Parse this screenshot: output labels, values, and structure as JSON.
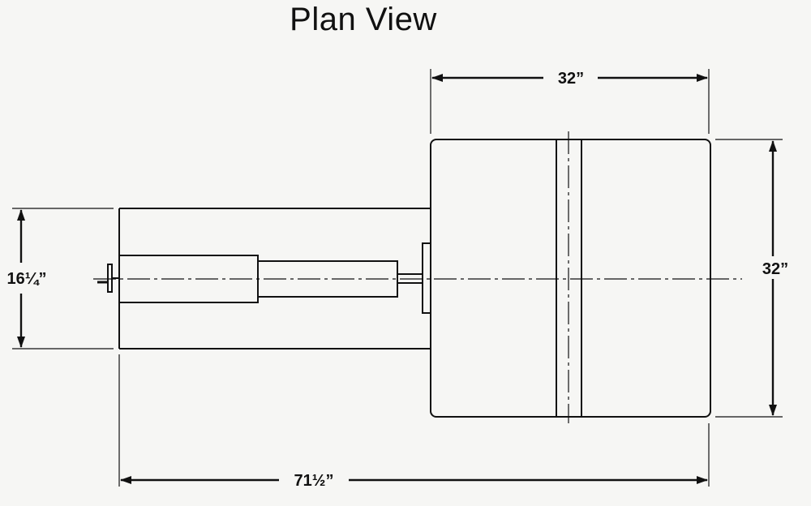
{
  "title": "Plan View",
  "dimensions": {
    "top_width": "32”",
    "right_height": "32”",
    "left_height": "16¼”",
    "bottom_length": "71½”"
  },
  "colors": {
    "ink": "#111111",
    "paper": "#f6f6f4"
  }
}
